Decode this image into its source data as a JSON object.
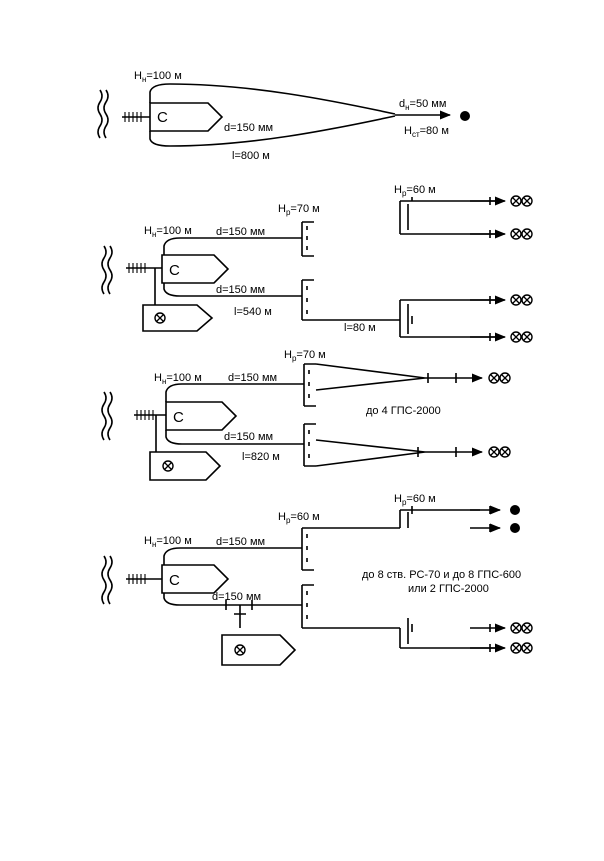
{
  "scheme1": {
    "pump_letter": "С",
    "head_label": "H",
    "head_sub": "н",
    "head_value": "=100 м",
    "diameter": "d=150 мм",
    "nozzle_label": "d",
    "nozzle_sub": "н",
    "nozzle_value": "=50 мм",
    "static_label": "H",
    "static_sub": "ст",
    "static_value": "=80 м",
    "length": "l=800 м"
  },
  "scheme2": {
    "pump_letter": "С",
    "head_label": "H",
    "head_sub": "н",
    "head_value": "=100 м",
    "diameter_top": "d=150 мм",
    "diameter_bottom": "d=150 мм",
    "length_main": "l=540 м",
    "branch_head_label": "H",
    "branch_head_sub": "р",
    "branch_head_value": "=70 м",
    "nozzle_head_label": "H",
    "nozzle_head_sub": "р",
    "nozzle_head_value": "=60 м",
    "length_branch": "l=80 м"
  },
  "scheme3": {
    "pump_letter": "С",
    "head_label": "H",
    "head_sub": "н",
    "head_value": "=100 м",
    "diameter_top": "d=150 мм",
    "diameter_bottom": "d=150 мм",
    "length": "l=820 м",
    "branch_head_label": "H",
    "branch_head_sub": "р",
    "branch_head_value": "=70 м",
    "note": "до 4 ГПС-2000"
  },
  "scheme4": {
    "pump_letter": "С",
    "head_label": "H",
    "head_sub": "н",
    "head_value": "=100 м",
    "diameter_top": "d=150 мм",
    "diameter_bottom": "d=150 мм",
    "branch_head_label": "H",
    "branch_head_sub": "р",
    "branch_head_value": "=60 м",
    "nozzle_head_label": "H",
    "nozzle_head_sub": "р",
    "nozzle_head_value": "=60 м",
    "note_line1": "до 8 ств. РС-70 и до 8 ГПС-600",
    "note_line2": "или 2 ГПС-2000"
  }
}
